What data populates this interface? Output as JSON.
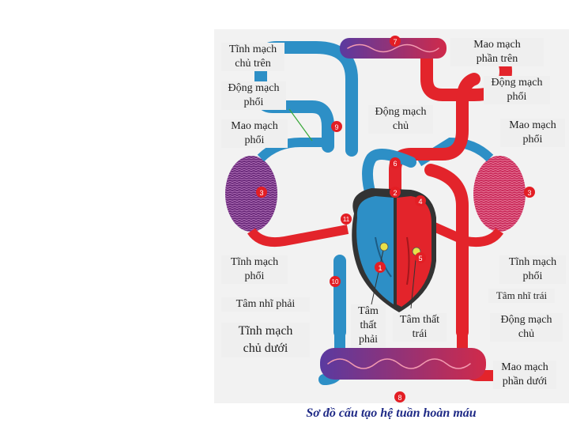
{
  "labels": {
    "tinh_mach_chu_tren": "Tĩnh mạch\nchủ trên",
    "mao_mach_phan_tren": "Mao mạch\nphần trên",
    "dong_mach_phoi_left": "Động mạch\nphổi",
    "dong_mach_phoi_right": "Động mạch\nphổi",
    "dong_mach_chu_top": "Động mạch\nchủ",
    "mao_mach_phoi_left": "Mao mạch\nphổi",
    "mao_mach_phoi_right": "Mao mạch\nphổi",
    "tinh_mach_phoi_left": "Tĩnh mạch\nphổi",
    "tinh_mach_phoi_right": "Tĩnh mạch\nphổi",
    "tam_nhi_trai": "Tâm nhĩ trái",
    "tam_nhi_phai": "Tâm nhĩ phải",
    "tinh_mach_chu_duoi": "Tĩnh mạch\nchủ dưới",
    "tam_that_phai": "Tâm\nthất\nphải",
    "tam_that_trai": "Tâm thất\ntrái",
    "dong_mach_chu_right": "Động mạch\nchủ",
    "mao_mach_phan_duoi": "Mao mạch\nphần dưới"
  },
  "numbers": [
    "1",
    "2",
    "3",
    "3",
    "4",
    "5",
    "6",
    "7",
    "8",
    "9",
    "10",
    "11"
  ],
  "caption": "Sơ đồ cấu tạo hệ tuần hoàn máu",
  "colors": {
    "oxygenated": "#e3242b",
    "deoxygenated": "#2d8fc6",
    "capillary": "#7a2a6e",
    "marker": "#e8e04a",
    "number_badge": "#e31e24",
    "caption": "#1f2a86",
    "panel": "#f2f2f2"
  }
}
